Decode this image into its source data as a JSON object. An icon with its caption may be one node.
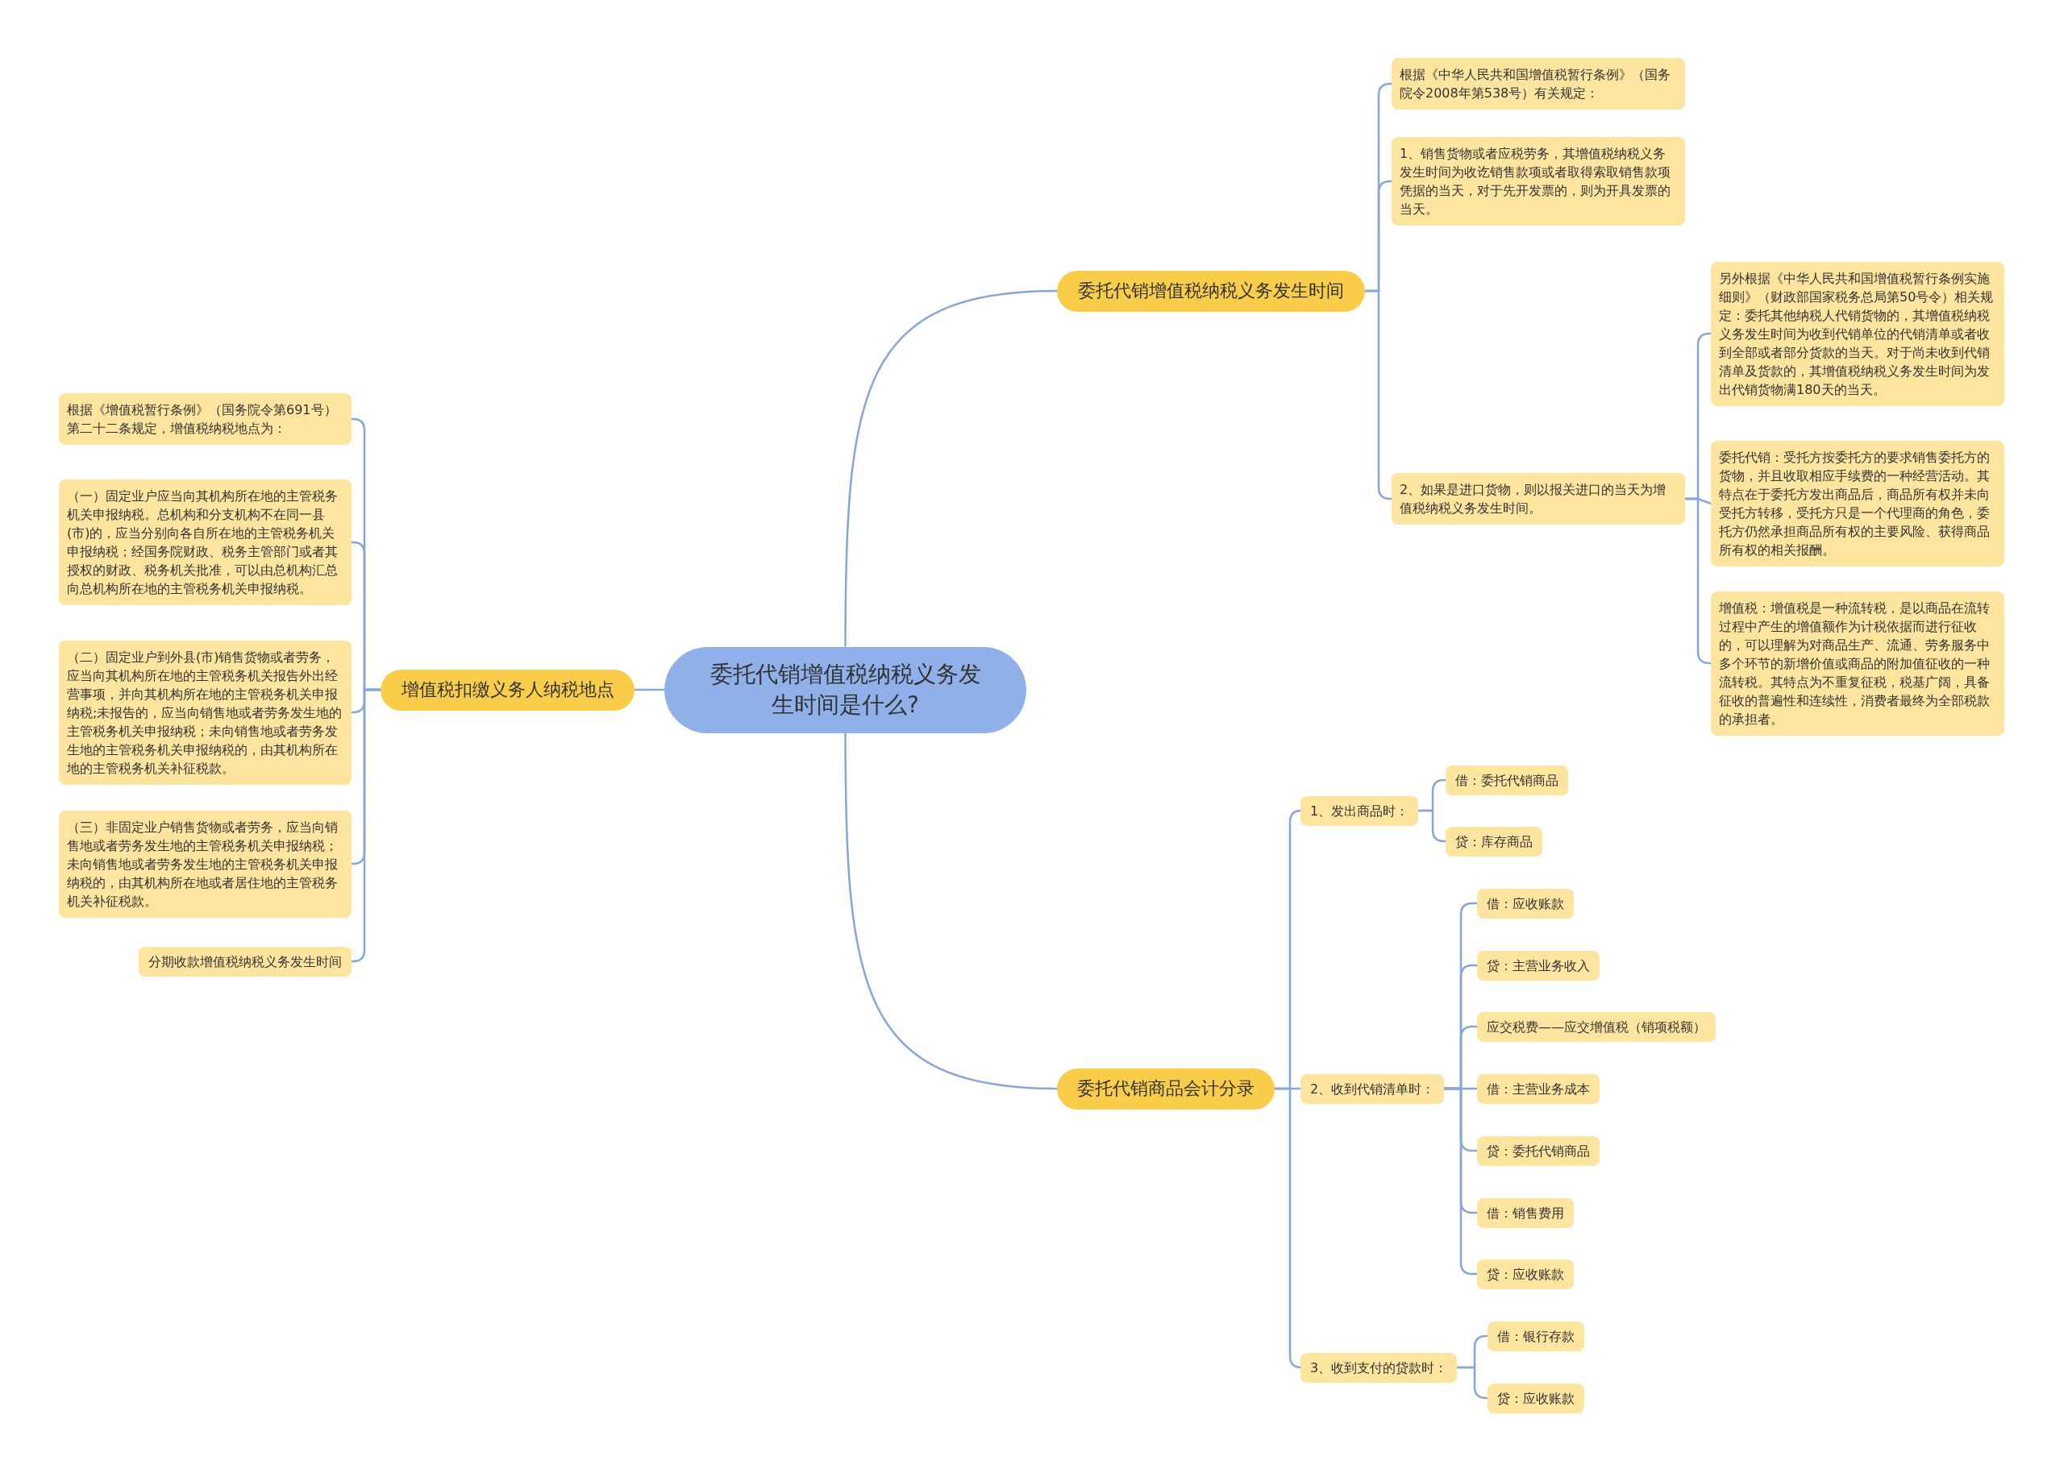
{
  "diagram": {
    "nodes": [
      {
        "text": [
          "委托代销增值税纳税义务发生时间是什么?"
        ]
      },
      {
        "text": [
          "委托代销增值税纳税义务发生时间"
        ]
      },
      {
        "text": [
          "根据《中华人民共和国增值税暂行条例》（国务院令2008年第538号）有关规定："
        ]
      },
      {
        "text": [
          "1、销售货物或者应税劳务，其增值税纳税义务发生时间为收讫销售款项或者取得索取销售款项凭据的当天，对于先开发票的，则为开具发票的当天。"
        ]
      },
      {
        "text": [
          "2、如果是进口货物，则以报关进口的当天为增值税纳税义务发生时间。"
        ]
      },
      {
        "text": [
          "另外根据《中华人民共和国增值税暂行条例实施细则》（财政部国家税务总局第50号令）相关规定：委托其他纳税人代销货物的，其增值税纳税义务发生时间为收到代销单位的代销清单或者收到全部或者部分货款的当天。对于尚未收到代销清单及货款的，其增值税纳税义务发生时间为发出代销货物满180天的当天。"
        ]
      },
      {
        "text": [
          "委托代销：受托方按委托方的要求销售委托方的货物，并且收取相应手续费的一种经营活动。其特点在于委托方发出商品后，商品所有权并未向受托方转移，受托方只是一个代理商的角色，委托方仍然承担商品所有权的主要风险、获得商品所有权的相关报酬。"
        ]
      },
      {
        "text": [
          "增值税：增值税是一种流转税，是以商品在流转过程中产生的增值额作为计税依据而进行征收的，可以理解为对商品生产、流通、劳务服务中多个环节的新增价值或商品的附加值征收的一种流转税。其特点为不重复征税，税基广阔，具备征收的普遍性和连续性，消费者最终为全部税款的承担者。"
        ]
      },
      {
        "text": [
          "委托代销商品会计分录"
        ]
      },
      {
        "text": [
          "1、发出商品时："
        ]
      },
      {
        "text": [
          "借：委托代销商品"
        ]
      },
      {
        "text": [
          "贷：库存商品"
        ]
      },
      {
        "text": [
          "2、收到代销清单时："
        ]
      },
      {
        "text": [
          "借：应收账款"
        ]
      },
      {
        "text": [
          "贷：主营业务收入"
        ]
      },
      {
        "text": [
          "应交税费——应交增值税（销项税额）"
        ]
      },
      {
        "text": [
          "借：主营业务成本"
        ]
      },
      {
        "text": [
          "贷：委托代销商品"
        ]
      },
      {
        "text": [
          "借：销售费用"
        ]
      },
      {
        "text": [
          "贷：应收账款"
        ]
      },
      {
        "text": [
          "3、收到支付的贷款时："
        ]
      },
      {
        "text": [
          "借：银行存款"
        ]
      },
      {
        "text": [
          "贷：应收账款"
        ]
      },
      {
        "text": [
          "增值税扣缴义务人纳税地点"
        ]
      },
      {
        "text": [
          "根据《增值税暂行条例》（国务院令第691号）第二十二条规定，增值税纳税地点为："
        ]
      },
      {
        "text": [
          "（一）固定业户应当向其机构所在地的主管税务机关申报纳税。总机构和分支机构不在同一县(市)的，应当分别向各自所在地的主管税务机关申报纳税；经国务院财政、税务主管部门或者其授权的财政、税务机关批准，可以由总机构汇总向总机构所在地的主管税务机关申报纳税。"
        ]
      },
      {
        "text": [
          "（二）固定业户到外县(市)销售货物或者劳务，应当向其机构所在地的主管税务机关报告外出经营事项，并向其机构所在地的主管税务机关申报纳税;未报告的，应当向销售地或者劳务发生地的主管税务机关申报纳税；未向销售地或者劳务发生地的主管税务机关申报纳税的，由其机构所在地的主管税务机关补征税款。"
        ]
      },
      {
        "text": [
          "（三）非固定业户销售货物或者劳务，应当向销售地或者劳务发生地的主管税务机关申报纳税；未向销售地或者劳务发生地的主管税务机关申报纳税的，由其机构所在地或者居住地的主管税务机关补征税款。"
        ]
      },
      {
        "text": [
          "分期收款增值税纳税义务发生时间"
        ]
      }
    ],
    "edges": [
      {
        "from": 0,
        "to": 1,
        "arrow": "none"
      },
      {
        "from": 1,
        "to": 2,
        "arrow": "none"
      },
      {
        "from": 1,
        "to": 3,
        "arrow": "none"
      },
      {
        "from": 1,
        "to": 4,
        "arrow": "none"
      },
      {
        "from": 4,
        "to": 5,
        "arrow": "none"
      },
      {
        "from": 4,
        "to": 6,
        "arrow": "none"
      },
      {
        "from": 4,
        "to": 7,
        "arrow": "none"
      },
      {
        "from": 0,
        "to": 8,
        "arrow": "none"
      },
      {
        "from": 8,
        "to": 9,
        "arrow": "none"
      },
      {
        "from": 9,
        "to": 10,
        "arrow": "none"
      },
      {
        "from": 9,
        "to": 11,
        "arrow": "none"
      },
      {
        "from": 8,
        "to": 12,
        "arrow": "none"
      },
      {
        "from": 12,
        "to": 13,
        "arrow": "none"
      },
      {
        "from": 12,
        "to": 14,
        "arrow": "none"
      },
      {
        "from": 12,
        "to": 15,
        "arrow": "none"
      },
      {
        "from": 12,
        "to": 16,
        "arrow": "none"
      },
      {
        "from": 12,
        "to": 17,
        "arrow": "none"
      },
      {
        "from": 12,
        "to": 18,
        "arrow": "none"
      },
      {
        "from": 12,
        "to": 19,
        "arrow": "none"
      },
      {
        "from": 8,
        "to": 20,
        "arrow": "none"
      },
      {
        "from": 20,
        "to": 21,
        "arrow": "none"
      },
      {
        "from": 20,
        "to": 22,
        "arrow": "none"
      },
      {
        "from": 0,
        "to": 23,
        "arrow": "none"
      },
      {
        "from": 23,
        "to": 24,
        "arrow": "none"
      },
      {
        "from": 23,
        "to": 25,
        "arrow": "none"
      },
      {
        "from": 23,
        "to": 26,
        "arrow": "none"
      },
      {
        "from": 23,
        "to": 27,
        "arrow": "none"
      },
      {
        "from": 23,
        "to": 28,
        "arrow": "none"
      }
    ]
  }
}
